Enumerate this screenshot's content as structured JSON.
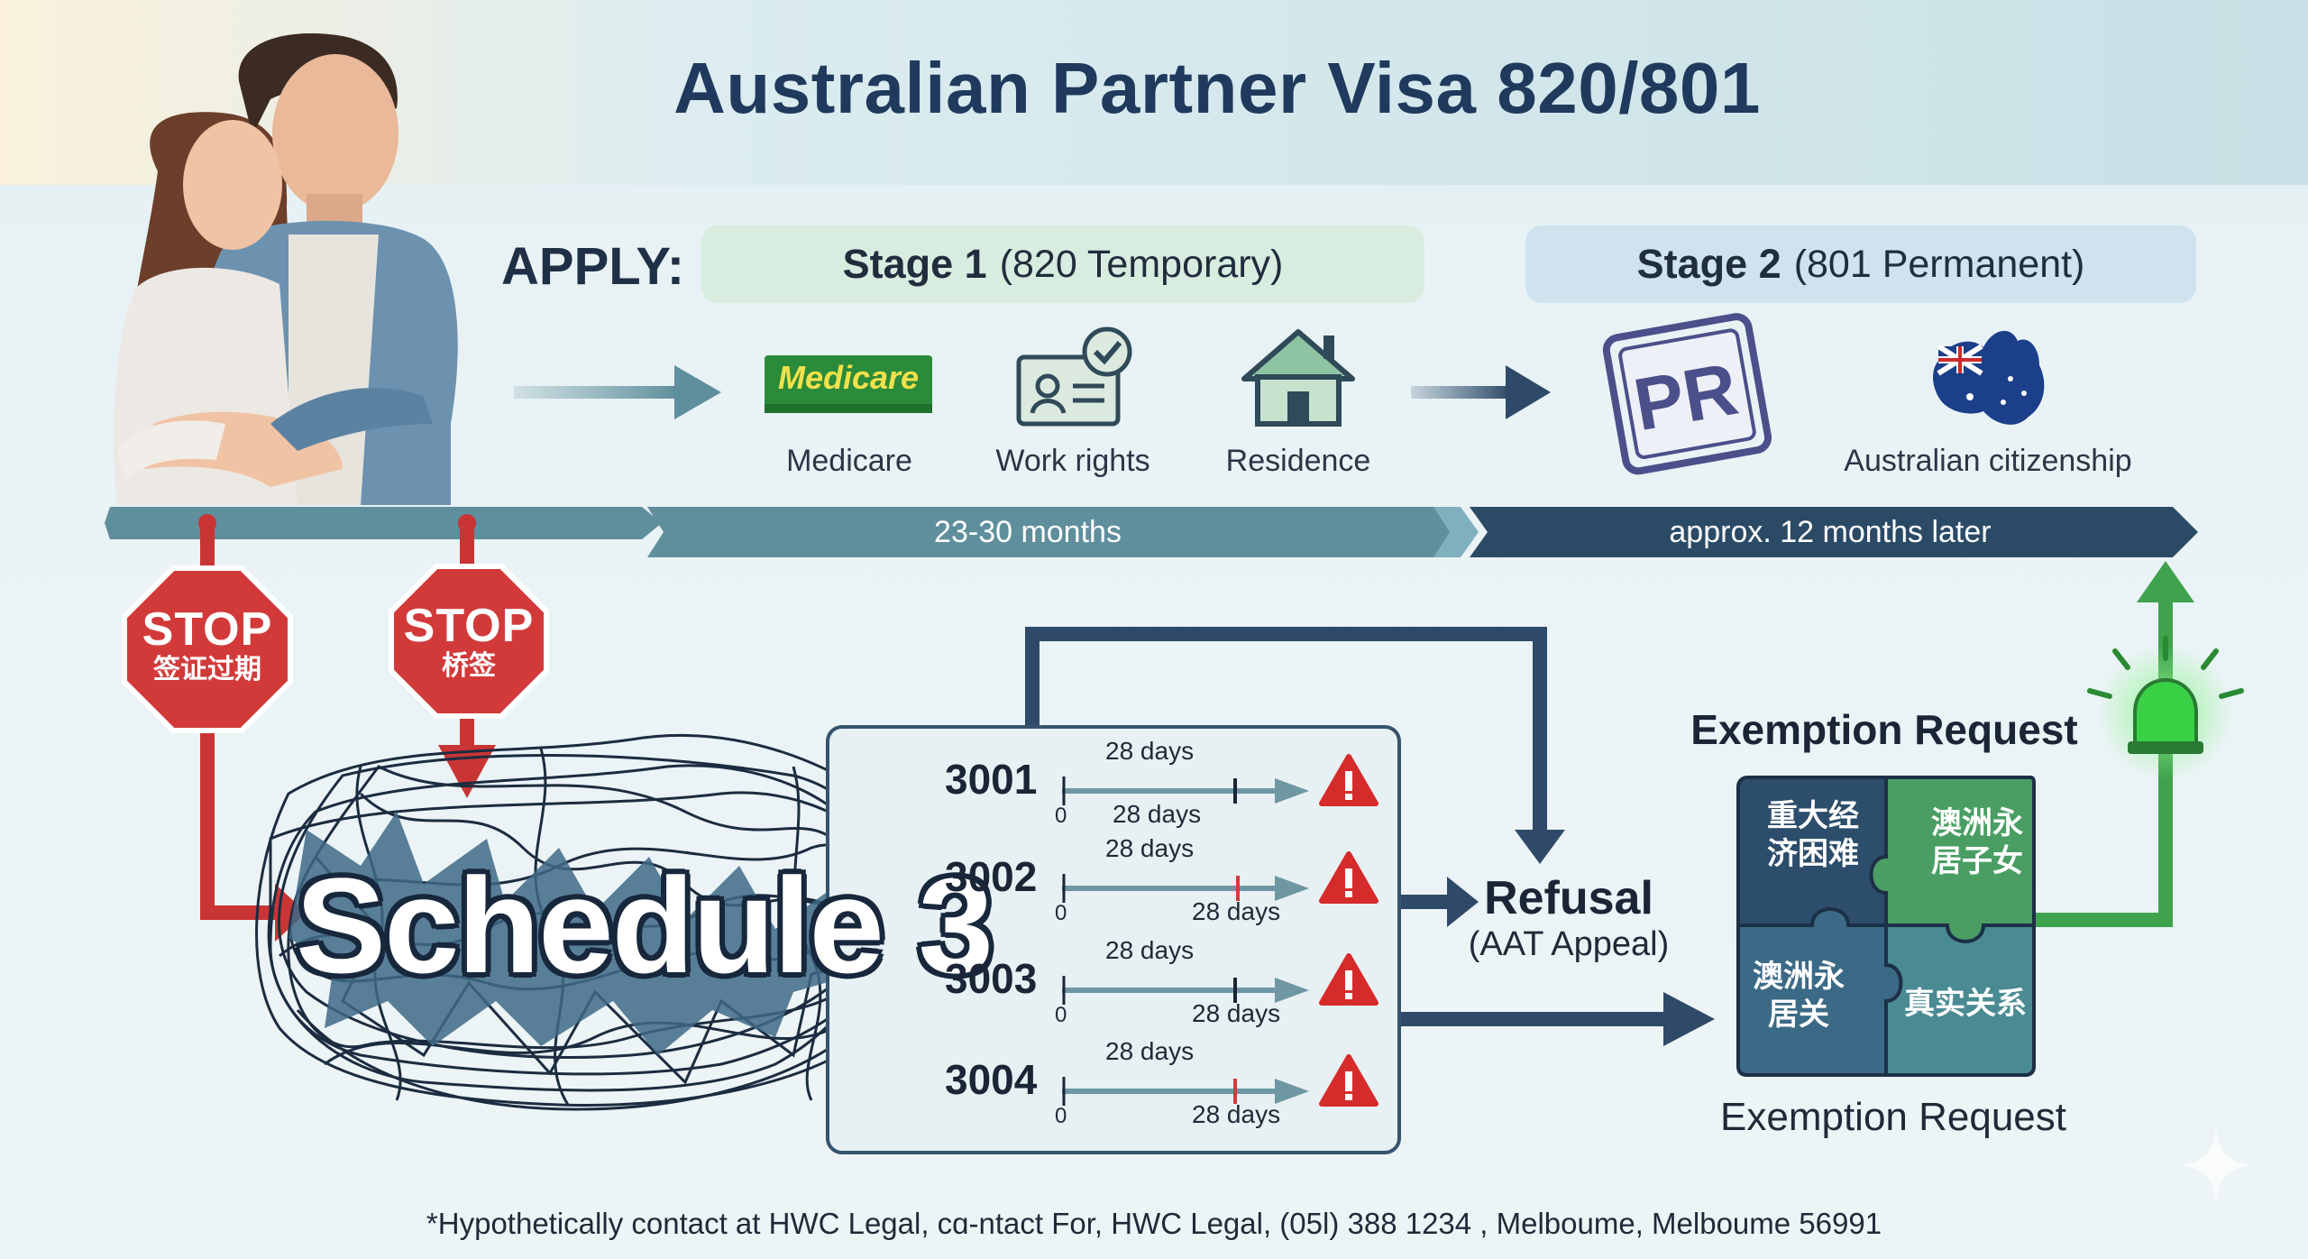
{
  "title": "Australian Partner Visa 820/801",
  "apply_label": "APPLY:",
  "stage1": {
    "name": "Stage 1",
    "detail": "(820 Temporary)"
  },
  "stage2": {
    "name": "Stage 2",
    "detail": "(801 Permanent)"
  },
  "benefits": [
    {
      "label": "Medicare",
      "logo_text": "Medicare",
      "icon": "medicare-logo"
    },
    {
      "label": "Work rights",
      "icon": "id-card-check-icon"
    },
    {
      "label": "Residence",
      "icon": "house-icon"
    },
    {
      "label": "",
      "stamp_text": "PR",
      "icon": "pr-stamp-icon"
    },
    {
      "label": "Australian citizenship",
      "icon": "australia-map-flag-icon"
    }
  ],
  "timeline": {
    "stage1_duration": "23-30 months",
    "stage2_duration": "approx. 12 months later"
  },
  "stops": [
    {
      "main": "STOP",
      "sub": "签证过期"
    },
    {
      "main": "STOP",
      "sub": "桥签"
    }
  ],
  "schedule_label": "Schedule 3",
  "criteria": [
    {
      "code": "3001",
      "top_days": "28 days",
      "bottom_days": "28 days",
      "zero": "0"
    },
    {
      "code": "3002",
      "top_days": "28 days",
      "bottom_days": "28 days",
      "zero": "0"
    },
    {
      "code": "3003",
      "top_days": "28 days",
      "bottom_days": "28 days",
      "zero": "0"
    },
    {
      "code": "3004",
      "top_days": "28 days",
      "bottom_days": "28 days",
      "zero": "0"
    }
  ],
  "refusal": {
    "title": "Refusal",
    "subtitle": "(AAT Appeal)"
  },
  "exemption": {
    "heading": "Exemption Request",
    "label": "Exemption Request",
    "pieces": [
      "重大经\n济困难",
      "澳洲永\n居子女",
      "澳洲永\n居关",
      "真实关系"
    ]
  },
  "footer": "*Hypothetically contact at HWC Legal, cɑ-ntact For, HWC Legal, (05l) 388 1234 , Melboume, Melboume 56991",
  "colors": {
    "stage1_bg": "#d8ecdf",
    "stage2_bg": "#cfe2ee",
    "band_light": "#5f8f9c",
    "band_dark": "#2b4a66",
    "stop_red": "#d23a3a",
    "arrow_green": "#3fa34d",
    "arrow_navy": "#2f4a68",
    "puzzle_navy": "#2c4d6b",
    "puzzle_green": "#4a9e64",
    "puzzle_teal": "#4a8b93",
    "puzzle_blue": "#3b6a86",
    "warning_red": "#d62b2b"
  }
}
